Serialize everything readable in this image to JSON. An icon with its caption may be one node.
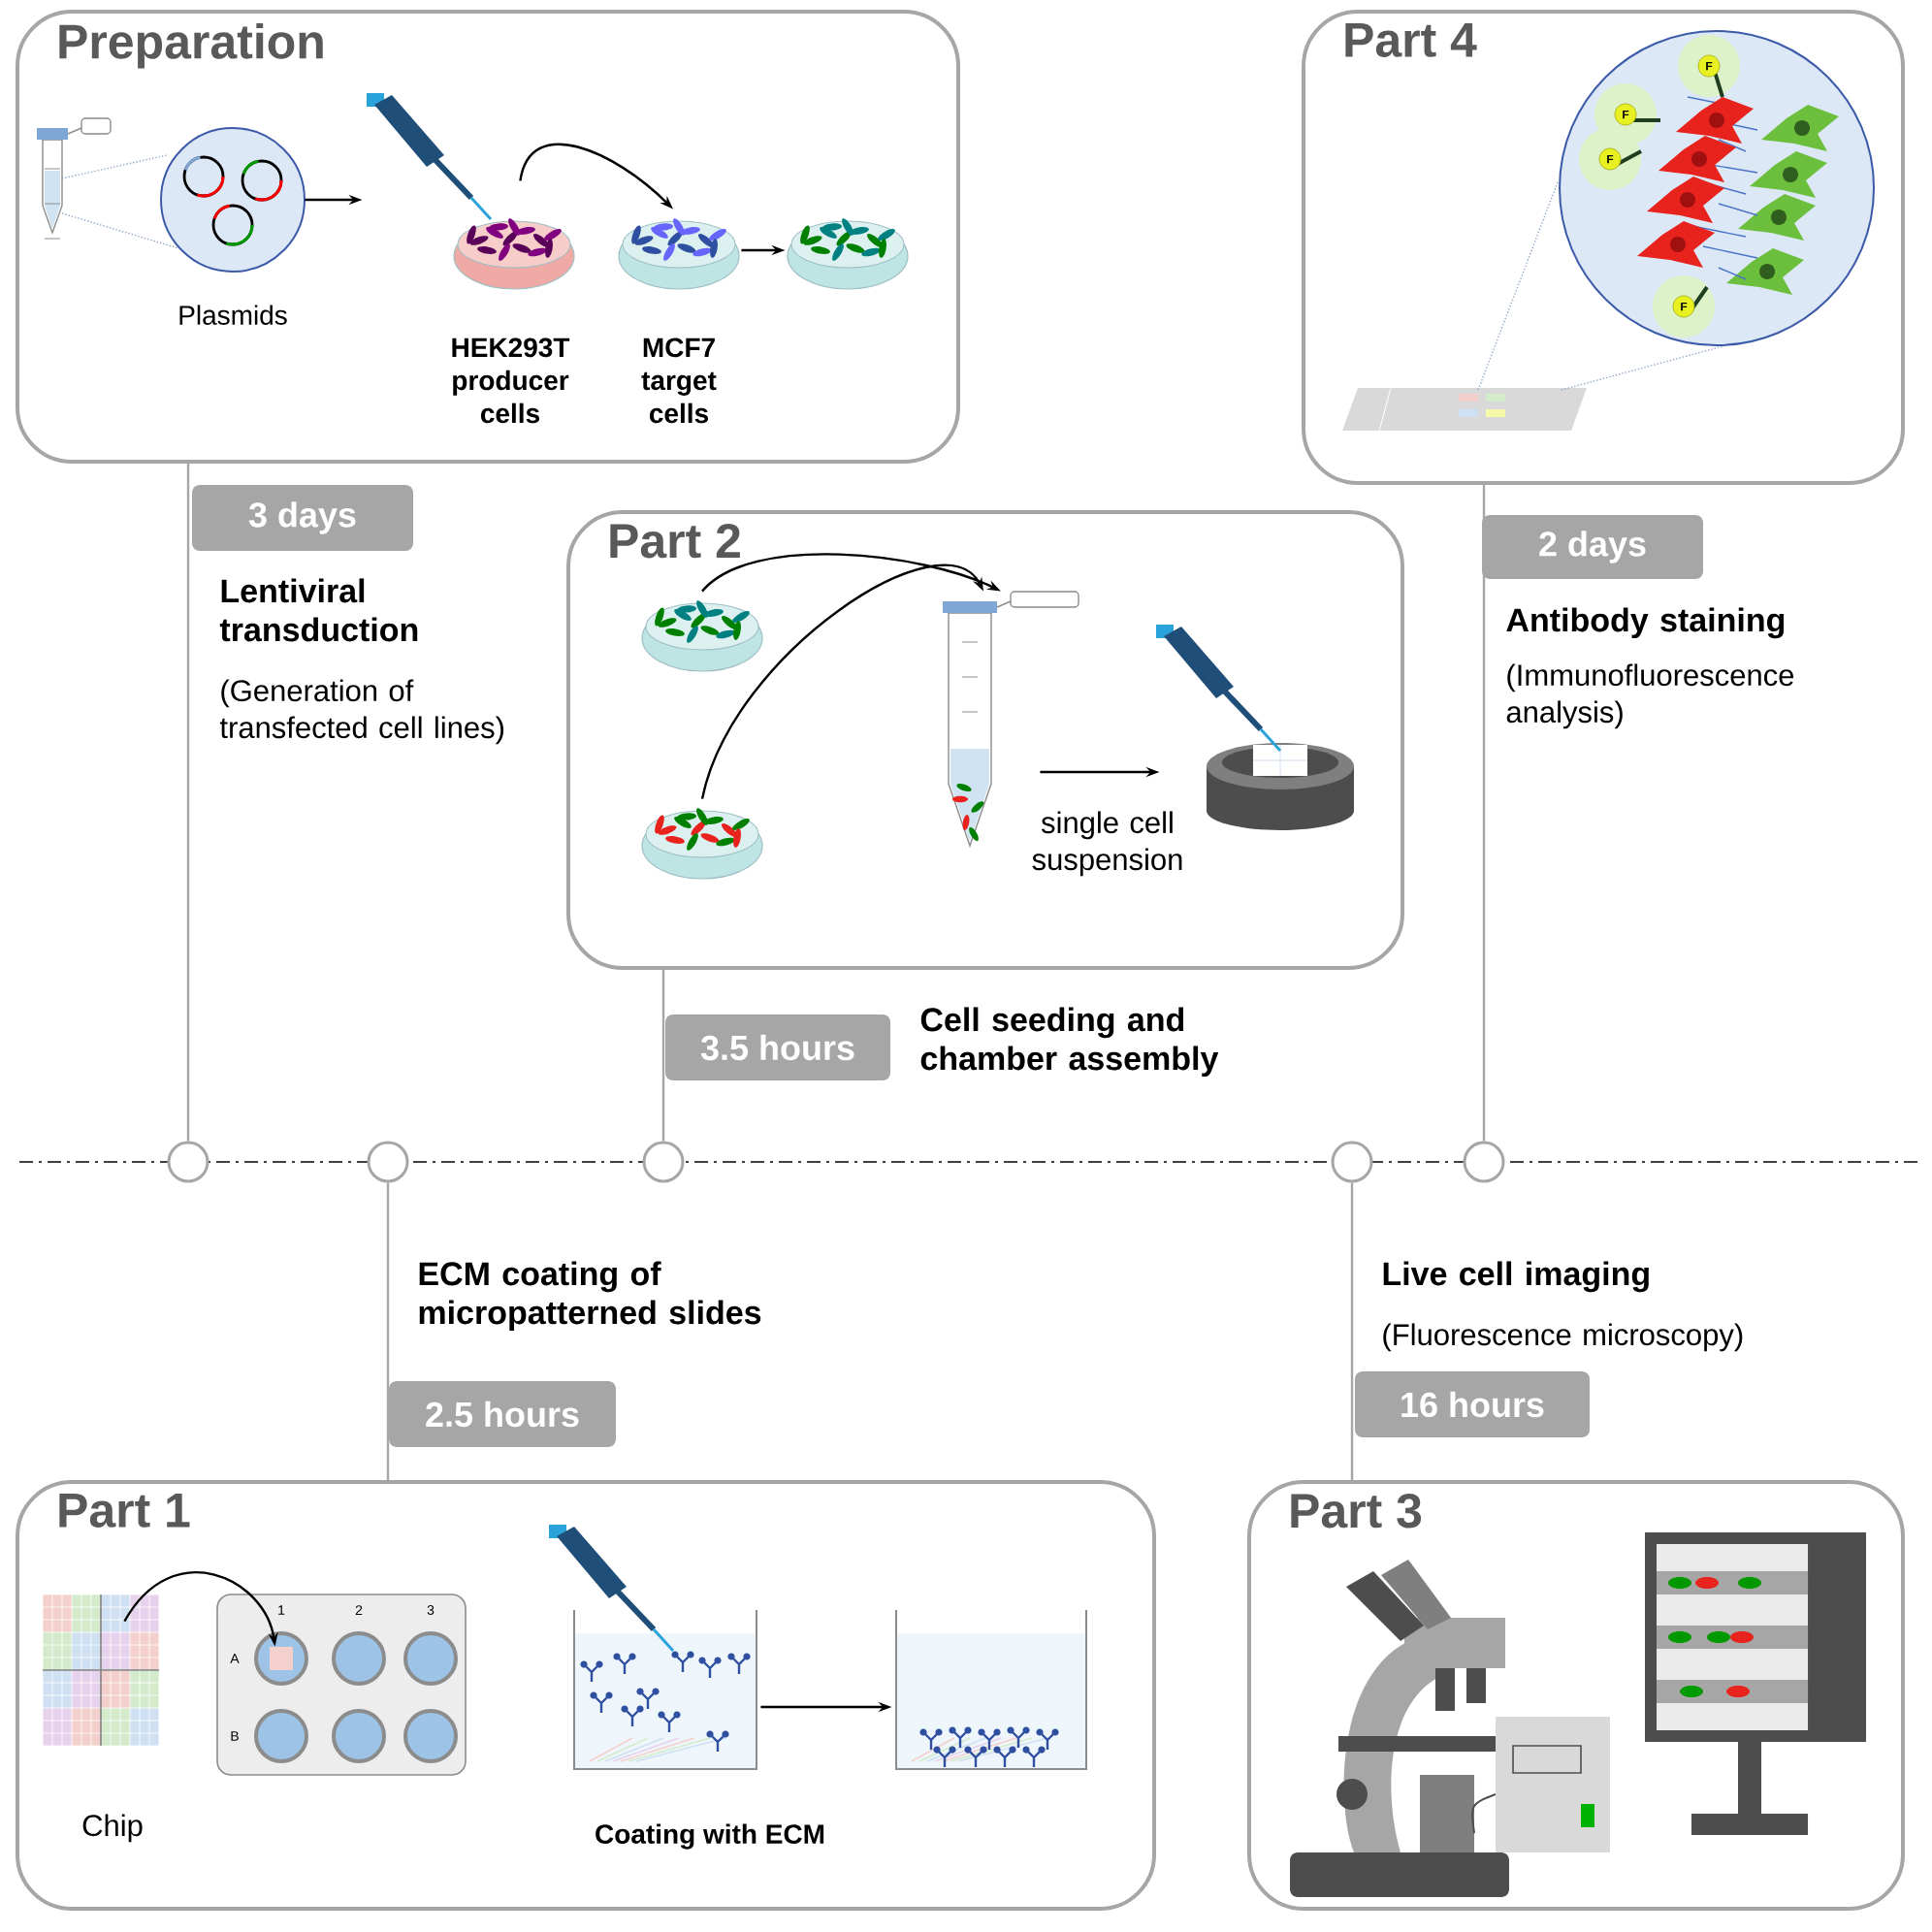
{
  "diagram": {
    "nodes": [
      {
        "text": [
          "Preparation"
        ]
      },
      {
        "text": [],
        "shape": "picture",
        "in": 0,
        "beside": [
          "Plasmids"
        ]
      },
      {
        "text": [],
        "shape": "picture",
        "in": 0,
        "beside": [
          "HEK293T producer cells"
        ]
      },
      {
        "text": [],
        "shape": "picture",
        "in": 0,
        "beside": [
          "MCF7 target cells"
        ]
      },
      {
        "text": [],
        "shape": "picture",
        "in": 0
      },
      {
        "text": [
          "Part 4"
        ]
      },
      {
        "text": [
          "3 days"
        ],
        "beside": [
          "Lentiviral transduction",
          "(Generation of transfected cell lines)"
        ]
      },
      {
        "text": [
          "2 days"
        ],
        "beside": [
          "Antibody staining",
          "(Immunofluorescence analysis)"
        ]
      },
      {
        "text": [
          "Part 2"
        ]
      },
      {
        "text": [],
        "shape": "picture",
        "in": 8
      },
      {
        "text": [],
        "shape": "picture",
        "in": 8
      },
      {
        "text": [],
        "shape": "picture",
        "in": 8
      },
      {
        "text": [],
        "shape": "picture",
        "in": 8
      },
      {
        "text": [
          "3.5 hours"
        ],
        "beside": [
          "Cell seeding and chamber assembly"
        ]
      },
      {
        "text": [],
        "shape": "circle"
      },
      {
        "text": [],
        "shape": "circle"
      },
      {
        "text": [],
        "shape": "circle"
      },
      {
        "text": [],
        "shape": "circle"
      },
      {
        "text": [],
        "shape": "circle"
      },
      {
        "text": [
          "2.5 hours"
        ],
        "beside": [
          "ECM coating of micropatterned slides"
        ]
      },
      {
        "text": [
          "16 hours"
        ],
        "beside": [
          "Live cell imaging",
          "(Fluorescence microscopy)"
        ]
      },
      {
        "text": [
          "Part 1"
        ]
      },
      {
        "text": [],
        "shape": "picture",
        "in": 21,
        "beside": [
          "Chip"
        ]
      },
      {
        "text": [],
        "shape": "picture",
        "in": 21
      },
      {
        "text": [],
        "shape": "picture",
        "in": 21
      },
      {
        "text": [],
        "shape": "picture",
        "in": 21
      },
      {
        "text": [
          "Part 3"
        ]
      }
    ],
    "edges": [
      {
        "from": 1,
        "to": 2,
        "arrow": "to"
      },
      {
        "from": 2,
        "to": 3,
        "arrow": "to"
      },
      {
        "from": 3,
        "to": 4,
        "arrow": "to"
      },
      {
        "from": 9,
        "to": 11,
        "arrow": "to"
      },
      {
        "from": 10,
        "to": 11,
        "arrow": "to"
      },
      {
        "from": 11,
        "to": 12,
        "arrow": "to",
        "label": "single cell suspension"
      },
      {
        "from": 0,
        "to": 14,
        "arrow": "none",
        "color": "#a6a6a6"
      },
      {
        "from": 8,
        "to": 16,
        "arrow": "none",
        "color": "#a6a6a6"
      },
      {
        "from": 5,
        "to": 18,
        "arrow": "none",
        "color": "#a6a6a6"
      },
      {
        "from": 15,
        "to": 21,
        "arrow": "none",
        "color": "#a6a6a6"
      },
      {
        "from": 17,
        "to": 26,
        "arrow": "none",
        "color": "#a6a6a6"
      },
      {
        "from": 22,
        "to": 23,
        "arrow": "to"
      },
      {
        "from": 24,
        "to": 25,
        "arrow": "to"
      }
    ],
    "labels": [
      "F",
      "F",
      "F",
      "F",
      "1",
      "2",
      "3",
      "A",
      "B",
      "Coating with ECM"
    ]
  }
}
